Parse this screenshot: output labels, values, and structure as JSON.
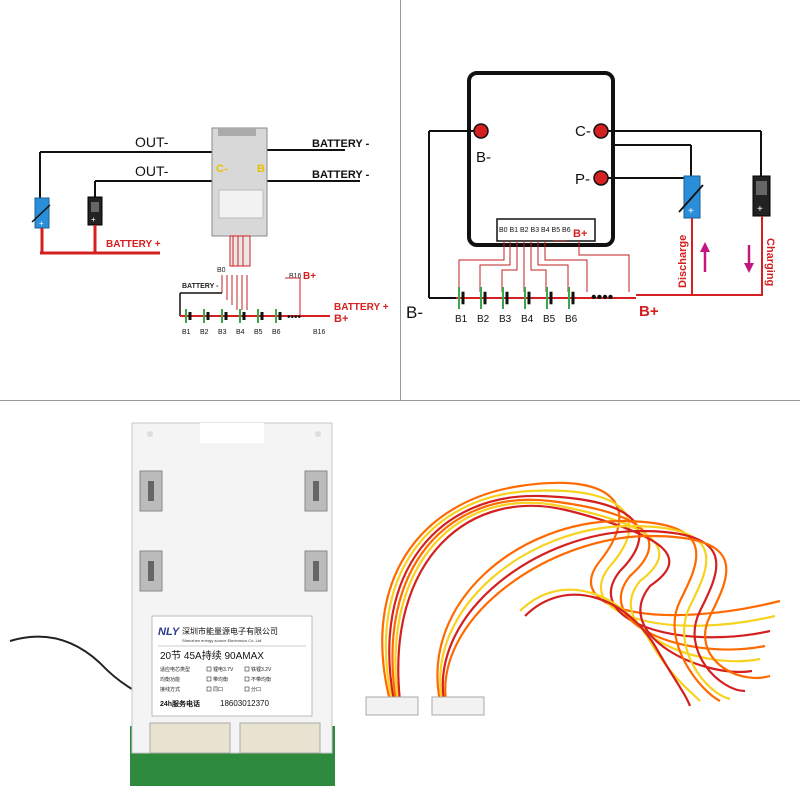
{
  "top_left": {
    "out_minus_1": "OUT-",
    "out_minus_2": "OUT-",
    "battery_minus_1": "BATTERY -",
    "battery_minus_2": "BATTERY -",
    "c_minus": "C-",
    "b_label": "B",
    "battery_plus_left": "BATTERY +",
    "battery_plus_right": "BATTERY +",
    "battery_minus_bottom": "BATTERY -",
    "b16_top": "B16",
    "b16_bottom": "B16",
    "b_plus_top": "B+",
    "b_plus_bottom": "B+",
    "b0": "B0",
    "cells": [
      "B1",
      "B2",
      "B3",
      "B4",
      "B5",
      "B6"
    ],
    "dots": "••••"
  },
  "top_right": {
    "b_minus": "B-",
    "c_minus": "C-",
    "p_minus": "P-",
    "header_pins": "B0 B1 B2 B3 B4 B5 B6",
    "header_b_plus": "B+",
    "header_dots": "••••••••",
    "b_minus_bottom": "B-",
    "b_plus_bottom": "B+",
    "cells": [
      "B1",
      "B2",
      "B3",
      "B4",
      "B5",
      "B6"
    ],
    "cell_dots": "••••",
    "discharge": "Discharge",
    "charging": "Charging"
  },
  "bottom": {
    "logo": "NLY",
    "company_cn": "深圳市能量源电子有限公司",
    "company_en": "Shenzhen energy source Electronics Co.,Ltd.",
    "spec_line": "20节 45A持续 90AMAX",
    "row1_label": "适应电芯类型",
    "row1_opt1": "锂电3.7V",
    "row1_opt2": "铁锂3.2V",
    "row2_label": "均衡功能",
    "row2_opt1": "带均衡",
    "row2_opt2": "不带均衡",
    "row3_label": "接线方式",
    "row3_opt1": "同口",
    "row3_opt2": "分口",
    "service": "24h服务电话",
    "phone": "18603012370"
  },
  "colors": {
    "red_wire": "#d42020",
    "black_wire": "#111111",
    "capacitor_blue": "#2a8fd8",
    "board_green": "#2e8b3e",
    "cell_green": "#3aa84a",
    "discharge_arrow": "#c01880",
    "wire_orange": "#ff6a00",
    "wire_yellow": "#f7d21e"
  }
}
